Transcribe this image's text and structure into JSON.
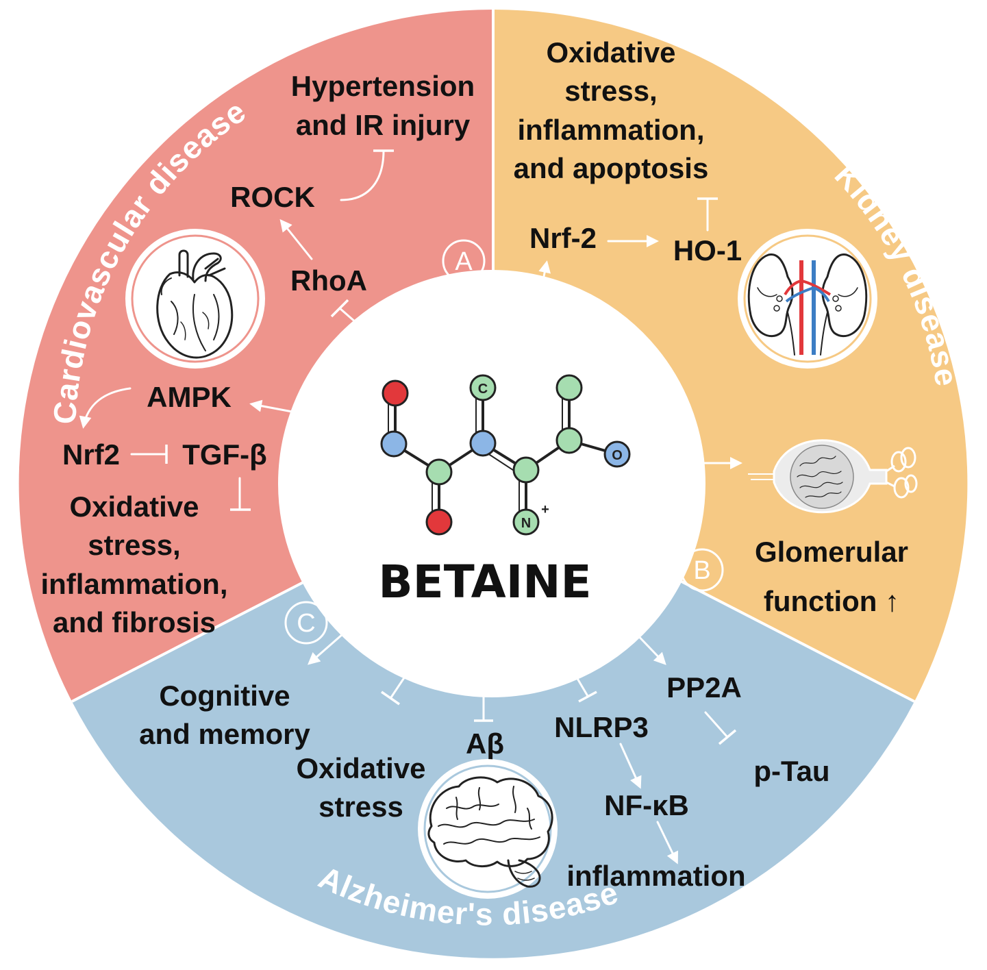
{
  "colors": {
    "cardio": "#EE948C",
    "kidney": "#F6C984",
    "alzheimer": "#A9C8DD",
    "center": "#ffffff",
    "atom_red": "#E2383B",
    "atom_blue": "#8CB6E6",
    "atom_green": "#A6DDB0"
  },
  "center": {
    "title": "BETAINE",
    "atoms": {
      "c": "C",
      "n": "N",
      "n_charge": "+",
      "o": "O"
    }
  },
  "sections": {
    "cardio": {
      "title": "Cardiovascular disease",
      "letter": "A",
      "labels": {
        "hypertension_1": "Hypertension",
        "hypertension_2": "and IR injury",
        "rock": "ROCK",
        "rhoa": "RhoA",
        "ampk": "AMPK",
        "nrf2": "Nrf2",
        "tgf": "TGF-β",
        "out_1": "Oxidative",
        "out_2": "stress,",
        "out_3": "inflammation,",
        "out_4": "and fibrosis"
      }
    },
    "kidney": {
      "title": "Kidney disease",
      "letter": "B",
      "labels": {
        "top_1": "Oxidative",
        "top_2": "stress,",
        "top_3": "inflammation,",
        "top_4": "and apoptosis",
        "nrf2": "Nrf-2",
        "ho1": "HO-1",
        "glom_1": "Glomerular",
        "glom_2": "function ↑"
      }
    },
    "alzheimer": {
      "title": "Alzheimer's disease",
      "letter": "C",
      "labels": {
        "cog_1": "Cognitive",
        "cog_2": "and memory",
        "ox_1": "Oxidative",
        "ox_2": "stress",
        "abeta": "Aβ",
        "nlrp3": "NLRP3",
        "nfkb": "NF-κB",
        "inflammation": "inflammation",
        "pp2a": "PP2A",
        "ptau": "p-Tau"
      }
    }
  }
}
